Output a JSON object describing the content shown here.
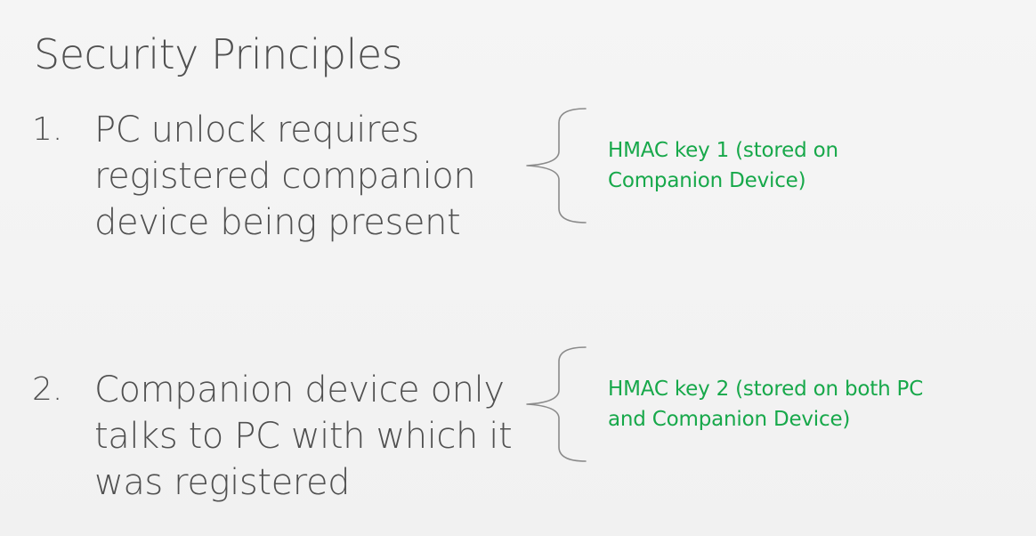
{
  "slide": {
    "title": "Security Principles",
    "principles": [
      {
        "number": "1.",
        "lines": [
          "PC unlock requires",
          "registered companion",
          "device being present"
        ],
        "note_lines": [
          "HMAC key 1 (stored on",
          "Companion Device)"
        ]
      },
      {
        "number": "2.",
        "lines": [
          "Companion device only",
          "talks to PC with which it",
          "was registered"
        ],
        "note_lines": [
          "HMAC key 2 (stored on both PC",
          "and Companion Device)"
        ]
      }
    ],
    "colors": {
      "background": "#f3f3f3",
      "text": "#505050",
      "accent": "#17a84a",
      "brace": "#8a8a8a"
    },
    "icons": [
      "curly-brace-icon",
      "curly-brace-icon"
    ]
  }
}
